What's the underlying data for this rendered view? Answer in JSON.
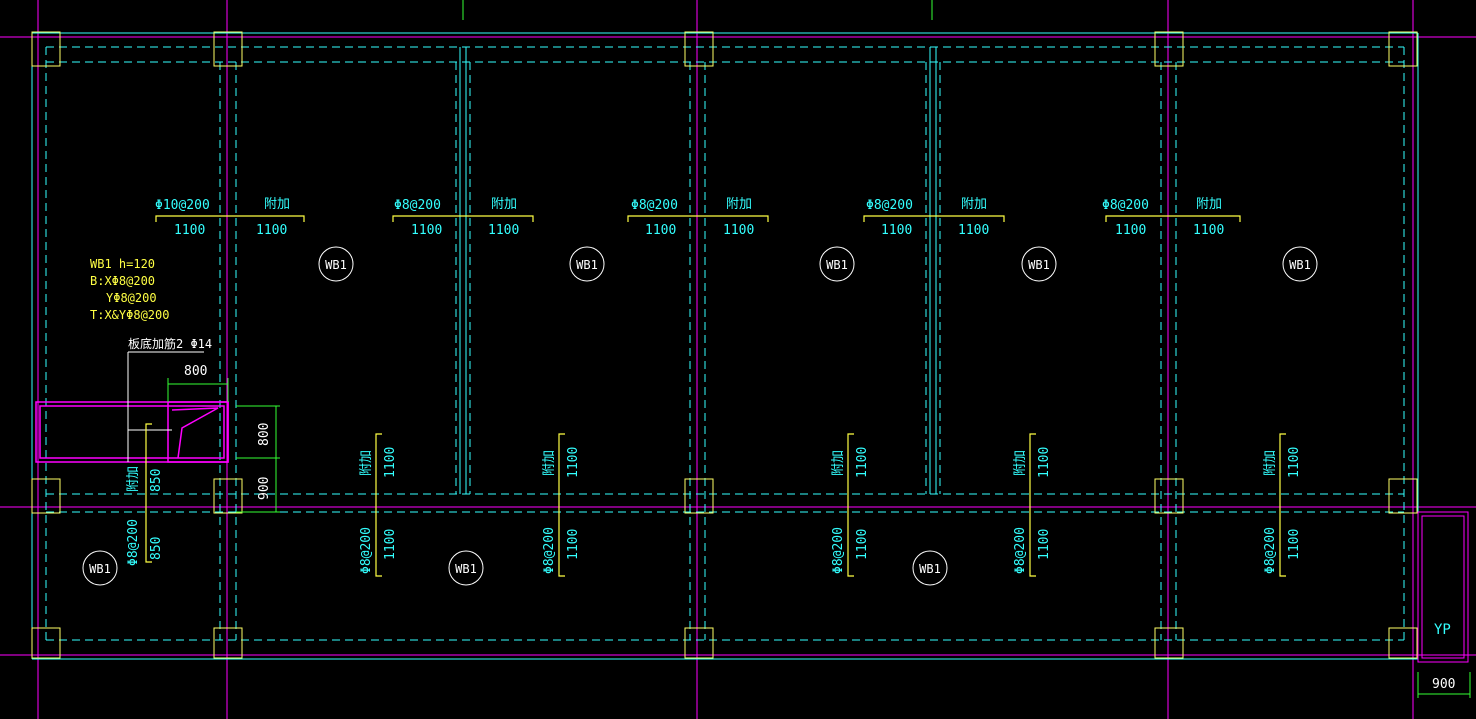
{
  "colors": {
    "background": "#000000",
    "grid_magenta": "#ff00ff",
    "beam_cyan": "#33ffff",
    "column_yellow": "#ffff66",
    "rebar_yellow": "#ffff44",
    "text_white": "#ffffff",
    "dim_green": "#33ff33",
    "axis_green": "#33ff33"
  },
  "slab_tags": {
    "label": "WB1"
  },
  "slab_spec": {
    "line1": "WB1 h=120",
    "line2": "B:XΦ8@200",
    "line3": "YΦ8@200",
    "line4": "T:X&YΦ8@200"
  },
  "opening_note": {
    "text": "板底加筋2 Φ14"
  },
  "top_rebars": [
    {
      "spec": "Φ10@200",
      "extra": "附加",
      "left_len": "1100",
      "right_len": "1100"
    },
    {
      "spec": "Φ8@200",
      "extra": "附加",
      "left_len": "1100",
      "right_len": "1100"
    },
    {
      "spec": "Φ8@200",
      "extra": "附加",
      "left_len": "1100",
      "right_len": "1100"
    },
    {
      "spec": "Φ8@200",
      "extra": "附加",
      "left_len": "1100",
      "right_len": "1100"
    },
    {
      "spec": "Φ8@200",
      "extra": "附加",
      "left_len": "1100",
      "right_len": "1100"
    }
  ],
  "vertical_rebars": [
    {
      "spec": "Φ8@200",
      "extra": "附加",
      "top_len": "850",
      "bottom_len": "850"
    },
    {
      "spec": "Φ8@200",
      "extra": "附加",
      "top_len": "1100",
      "bottom_len": "1100"
    },
    {
      "spec": "Φ8@200",
      "extra": "附加",
      "top_len": "1100",
      "bottom_len": "1100"
    },
    {
      "spec": "Φ8@200",
      "extra": "附加",
      "top_len": "1100",
      "bottom_len": "1100"
    },
    {
      "spec": "Φ8@200",
      "extra": "附加",
      "top_len": "1100",
      "bottom_len": "1100"
    },
    {
      "spec": "Φ8@200",
      "extra": "附加",
      "top_len": "1100",
      "bottom_len": "1100"
    }
  ],
  "dimensions": {
    "opening_width": "800",
    "opening_height": "800",
    "opening_offset": "900",
    "corner_width": "900"
  },
  "corner_tag": {
    "label": "YP"
  }
}
